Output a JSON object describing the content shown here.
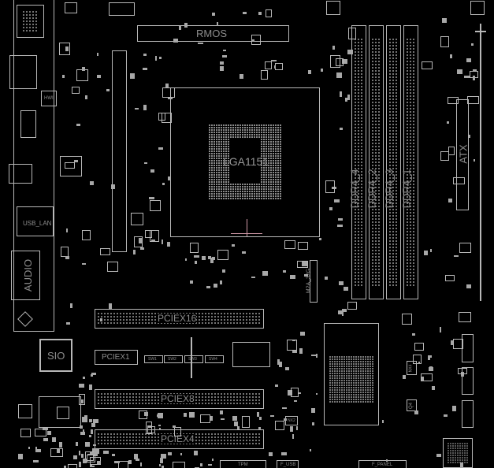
{
  "board": {
    "cpu_socket": "LGA1151",
    "vrm_label": "RMOS",
    "dimm_slots": [
      "DDR4_4",
      "DDR4_2",
      "DDR4_3",
      "DDR4_1"
    ],
    "atx": "ATX",
    "m2": "M2A_32G",
    "pcie": {
      "x16": "PCIEX16",
      "x1": "PCIEX1",
      "x8": "PCIEX8",
      "x4": "PCIEX4"
    },
    "switches": [
      "SW1",
      "SW2",
      "SW3",
      "SW4"
    ],
    "sio": "SIO",
    "audio": "AUDIO",
    "usb_lan": "USB_LAN",
    "hwm": "HWI",
    "nx2": "NX2",
    "nx4": "NX4",
    "q4": "Q4",
    "tpm": "TPM",
    "f_usb": "F_USB",
    "f_panel": "F_PANEL"
  }
}
